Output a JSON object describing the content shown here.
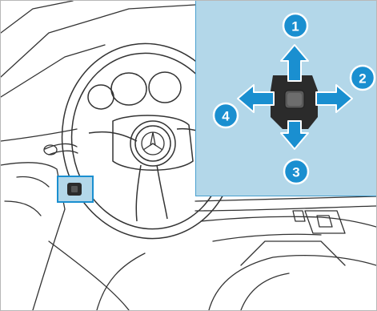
{
  "figure": {
    "colors": {
      "accent": "#1a8fd0",
      "panel_bg": "#b3d7e9",
      "switch": "#2b2b2b",
      "line": "#333333"
    },
    "callouts": [
      {
        "number": "1",
        "direction": "up"
      },
      {
        "number": "2",
        "direction": "right"
      },
      {
        "number": "3",
        "direction": "down"
      },
      {
        "number": "4",
        "direction": "left"
      }
    ],
    "icons": [
      "steering-wheel",
      "mercedes-star",
      "steering-column-switch",
      "arrow-up",
      "arrow-right",
      "arrow-down",
      "arrow-left"
    ]
  }
}
